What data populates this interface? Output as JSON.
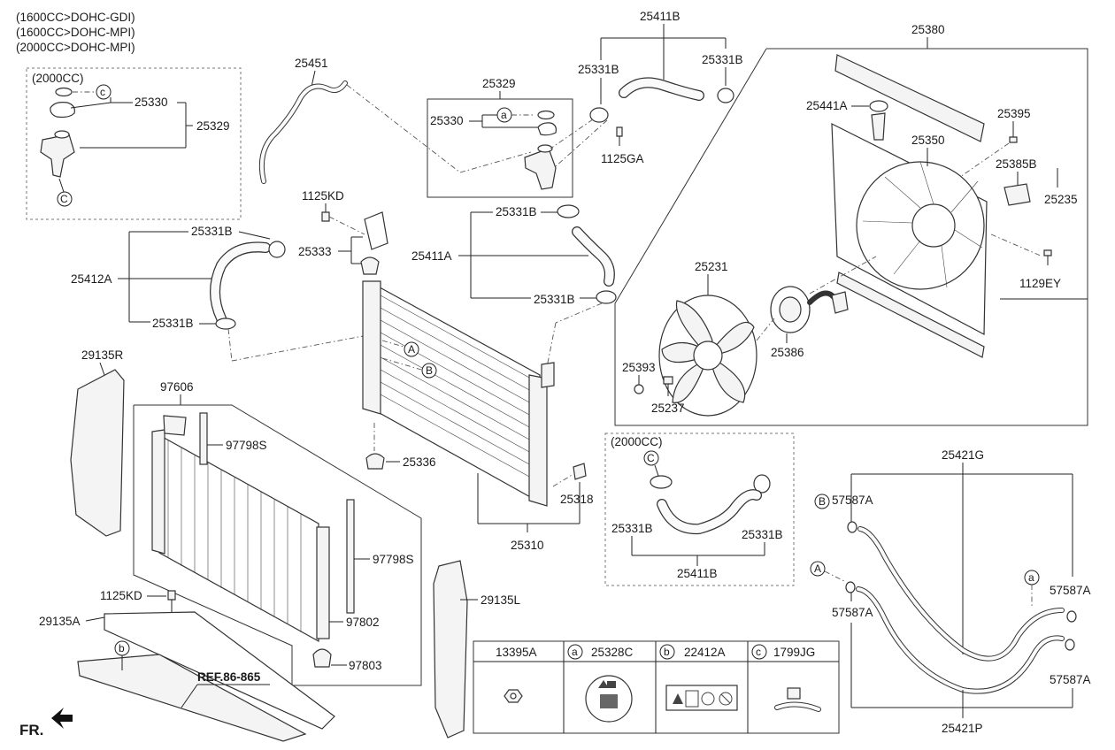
{
  "engine_notes": [
    "(1600CC>DOHC-GDI)",
    "(1600CC>DOHC-MPI)",
    "(2000CC>DOHC-MPI)"
  ],
  "box_2000cc_label": "(2000CC)",
  "fr_label": "FR.",
  "ref_label": "REF.86-865",
  "callout_letters": {
    "a": "a",
    "b": "b",
    "c": "c",
    "A": "A",
    "B": "B",
    "C": "C"
  },
  "parts": {
    "p25330_tl": "25330",
    "p25329_tl": "25329",
    "p25451": "25451",
    "p25329_mid": "25329",
    "p25330_mid": "25330",
    "p25331B_top_l": "25331B",
    "p25411B_top": "25411B",
    "p25331B_top_r": "25331B",
    "p1125GA": "1125GA",
    "p25380": "25380",
    "p25441A": "25441A",
    "p25395": "25395",
    "p25350": "25350",
    "p25385B": "25385B",
    "p25235": "25235",
    "p1125KD_top": "1125KD",
    "p25331B_l1": "25331B",
    "p25333": "25333",
    "p25412A": "25412A",
    "p25331B_l2": "25331B",
    "p25331B_m1": "25331B",
    "p25411A": "25411A",
    "p25331B_m2": "25331B",
    "p25231": "25231",
    "p25386": "25386",
    "p1129EY": "1129EY",
    "p25393": "25393",
    "p25237": "25237",
    "p29135R": "29135R",
    "p97606": "97606",
    "p97798S_1": "97798S",
    "p25336": "25336",
    "p25318": "25318",
    "p25310": "25310",
    "p97798S_2": "97798S",
    "p1125KD_bot": "1125KD",
    "p29135A": "29135A",
    "p29135L": "29135L",
    "p97802": "97802",
    "p97803": "97803",
    "p25331B_c1": "25331B",
    "p25331B_c2": "25331B",
    "p25411B_bot": "25411B",
    "p25421G": "25421G",
    "p57587A_1": "57587A",
    "p57587A_2": "57587A",
    "p57587A_3": "57587A",
    "p57587A_4": "57587A",
    "p25421P": "25421P"
  },
  "legend": {
    "col1": "13395A",
    "col2_letter": "a",
    "col2": "25328C",
    "col3_letter": "b",
    "col3": "22412A",
    "col4_letter": "c",
    "col4": "1799JG"
  }
}
